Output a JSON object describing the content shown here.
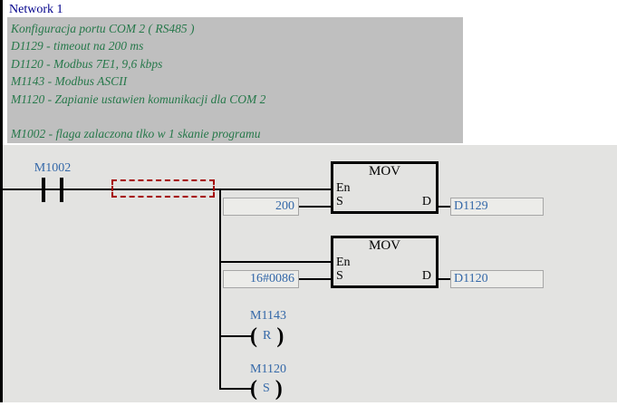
{
  "colors": {
    "network_title": "#00008b",
    "comment_text": "#26784a",
    "comment_bg": "#bfbfbf",
    "ladder_bg": "#e3e3e1",
    "operand_text": "#3468a8",
    "wire": "#000000",
    "selection_border": "#a50000"
  },
  "network": {
    "title": "Network 1"
  },
  "comments": {
    "lines": [
      "Konfiguracja portu COM 2 ( RS485 )",
      "D1129 - timeout na 200 ms",
      "D1120 - Modbus 7E1, 9,6 kbps",
      "M1143 - Modbus ASCII",
      "M1120 - Zapianie ustawien komunikacji dla COM 2",
      "",
      "M1002 - flaga zalaczona tlko w 1 skanie programu"
    ]
  },
  "ladder": {
    "contact": {
      "label": "M1002",
      "type": "normally-open"
    },
    "instructions": [
      {
        "name": "MOV",
        "en_label": "En",
        "s_label": "S",
        "d_label": "D",
        "source": "200",
        "dest": "D1129"
      },
      {
        "name": "MOV",
        "en_label": "En",
        "s_label": "S",
        "d_label": "D",
        "source": "16#0086",
        "dest": "D1120"
      }
    ],
    "coils": [
      {
        "label": "M1143",
        "letter": "R",
        "paren_open": "(",
        "paren_close": ")"
      },
      {
        "label": "M1120",
        "letter": "S",
        "paren_open": "(",
        "paren_close": ")"
      }
    ]
  }
}
